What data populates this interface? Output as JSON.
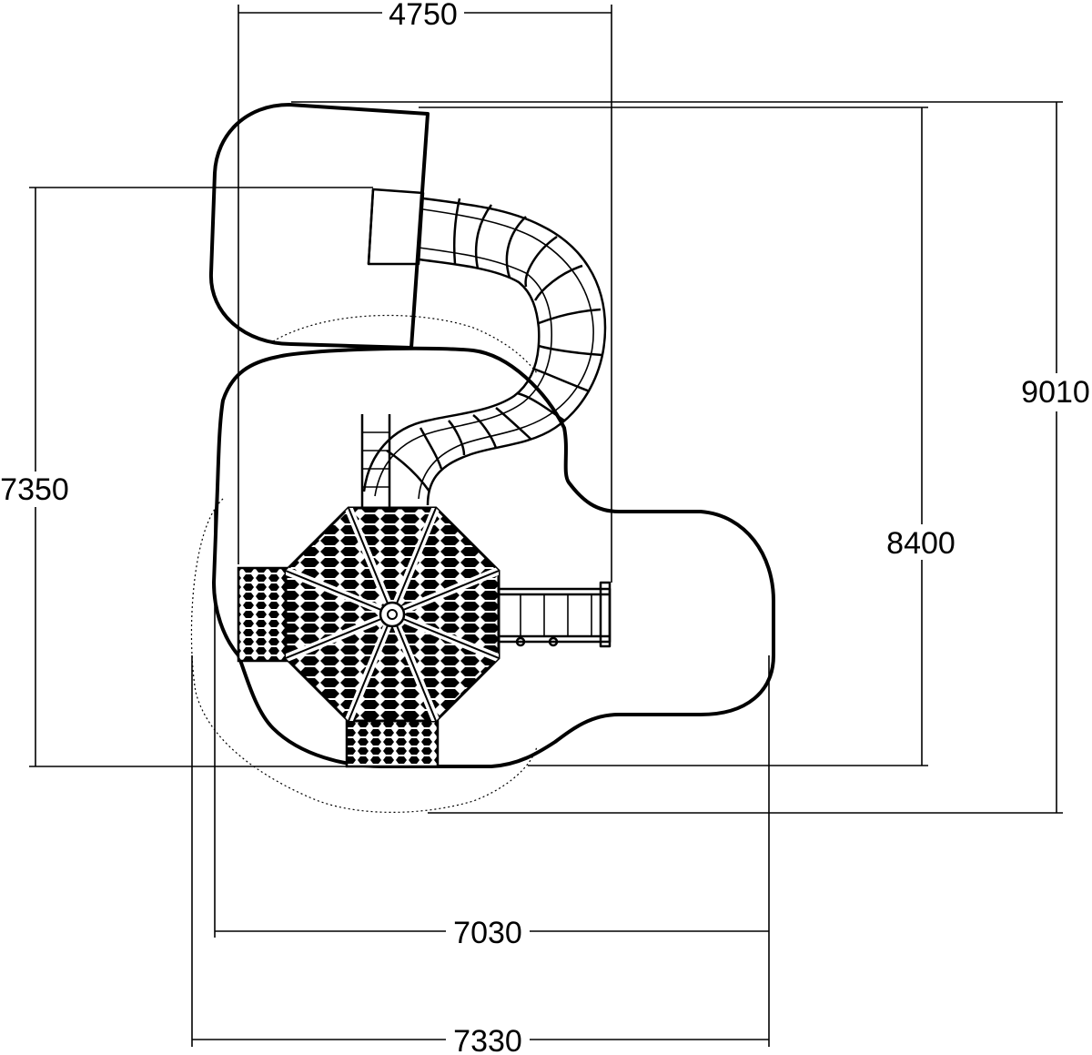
{
  "drawing": {
    "dimensions": {
      "top_width": "4750",
      "outer_height": "9010",
      "inner_height": "8400",
      "left_height": "7350",
      "inner_width": "7030",
      "outer_width": "7330"
    }
  }
}
